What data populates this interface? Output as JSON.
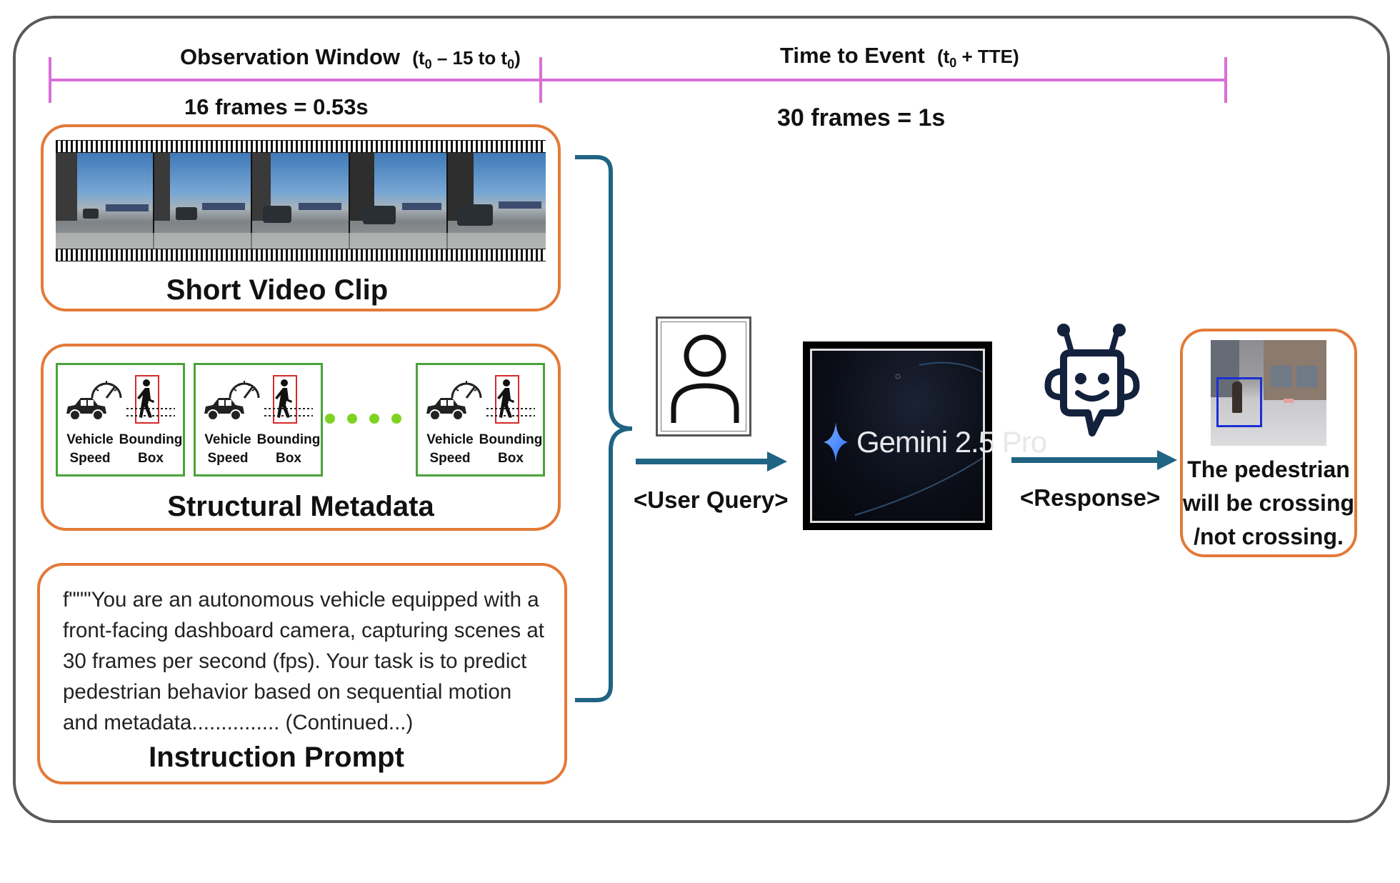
{
  "timeline": {
    "observation_label": "Observation Window",
    "observation_range": "(t",
    "observation_range_sub": "0",
    "observation_range_mid": " – 15 to t",
    "observation_range_sub2": "0",
    "observation_range_end": ")",
    "observation_frames": "16 frames = 0.53s",
    "tte_label": "Time to Event",
    "tte_range": "(t",
    "tte_range_sub": "0",
    "tte_range_end": " + TTE)",
    "tte_frames": "30 frames = 1s",
    "color": "#d96fd6"
  },
  "inputs": {
    "video_title": "Short Video Clip",
    "metadata_title": "Structural Metadata",
    "metadata_cards": [
      {
        "speed_label_1": "Vehicle",
        "speed_label_2": "Speed",
        "bbox_label_1": "Bounding",
        "bbox_label_2": "Box"
      },
      {
        "speed_label_1": "Vehicle",
        "speed_label_2": "Speed",
        "bbox_label_1": "Bounding",
        "bbox_label_2": "Box"
      },
      {
        "speed_label_1": "Vehicle",
        "speed_label_2": "Speed",
        "bbox_label_1": "Bounding",
        "bbox_label_2": "Box"
      }
    ],
    "prompt_title": "Instruction Prompt",
    "prompt_lines": [
      "f\"\"\"You are an autonomous vehicle equipped with a",
      "front-facing dashboard camera, capturing scenes at",
      "30 frames per second (fps). Your task is to predict",
      "pedestrian behavior based on sequential motion",
      "and metadata............... (Continued...)"
    ],
    "box_color": "#e37a38",
    "card_color": "#4aa33a",
    "dot_color": "#7ed321"
  },
  "flow": {
    "user_query_label": "<User Query>",
    "model_name": "Gemini 2.5 Pro",
    "response_label": "<Response>",
    "arrow_color": "#1f6483"
  },
  "output": {
    "response_lines": [
      "The pedestrian",
      "will be crossing",
      "/not crossing."
    ]
  },
  "icons": {
    "user": "user-icon",
    "robot": "robot-icon",
    "speedometer": "speedometer-icon",
    "car": "car-icon",
    "pedestrian": "pedestrian-icon",
    "gemini_star": "gemini-star-icon"
  }
}
